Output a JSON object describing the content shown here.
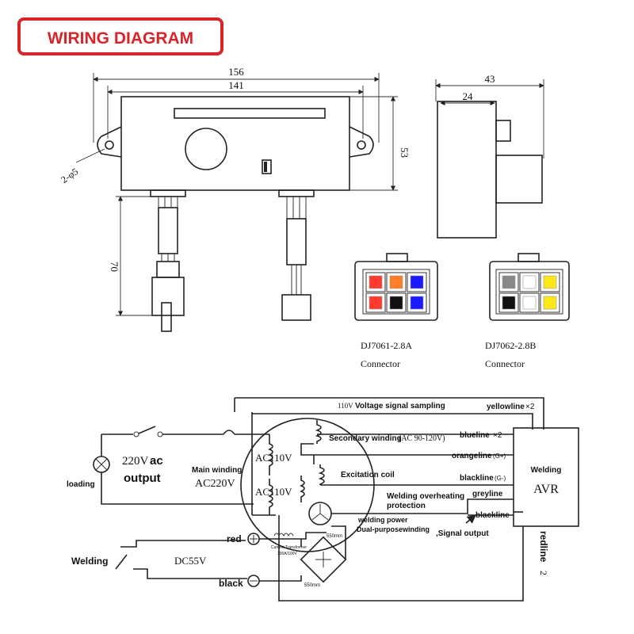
{
  "title": "WIRING DIAGRAM",
  "colors": {
    "title_red": "#d9252a"
  },
  "dimensions": {
    "overall_width": "156",
    "hole_spacing": "141",
    "height": "53",
    "holes": "2-φ5",
    "lead_length": "70",
    "side_width": "43",
    "side_inner": "24"
  },
  "connectors": [
    {
      "name": "DJ7061-2.8A",
      "label": "Connector",
      "pins": [
        "#ff3b30",
        "#ff7f27",
        "#1a1aff",
        "#ff3b30",
        "#111111",
        "#1a1aff"
      ]
    },
    {
      "name": "DJ7062-2.8B",
      "label": "Connector",
      "pins": [
        "#888888",
        "#ffffff",
        "#ffe81a",
        "#111111",
        "#ffffff",
        "#ffe81a"
      ]
    }
  ],
  "schematic": {
    "voltage_sampling": "110V",
    "voltage_sampling_label": "Voltage signal sampling",
    "yellow_line": "yellowline",
    "yellow_count": "×2",
    "secondary_winding": "Secondary winding",
    "secondary_range": "(AC 90-120V)",
    "blue_line": "blueline",
    "blue_count": "×2",
    "orange_line": "orangeline",
    "orange_pol": "(G+)",
    "excitation_coil": "Excitation coil",
    "black_line": "blackline",
    "black_pol": "(G-)",
    "welding_overheating": "Welding overheating",
    "protection": "protection",
    "grey_line": "greyline",
    "black_line_2": "blackline",
    "welding_power": "welding power",
    "dual_purpose": "Dual-purposewinding",
    "signal_output": ",Signal output",
    "red_line": "redline",
    "red_line_num": "2",
    "ac_output_v": "220V",
    "ac_output_ac": "ac",
    "ac_output_word": "output",
    "loading": "loading",
    "main_winding": "Main winding",
    "main_voltage": "AC220V",
    "ac110_a": "AC110V",
    "ac110_b": "AC110V",
    "avr_top": "Welding",
    "avr_main": "AVR",
    "red_terminal": "red",
    "black_terminal": "black",
    "welding": "Welding",
    "dc55v": "DC55V",
    "current_transformer": "Current Transformer",
    "ct_spec": "100A/100V",
    "len_550a": "550mm",
    "len_550b": "550mm"
  }
}
